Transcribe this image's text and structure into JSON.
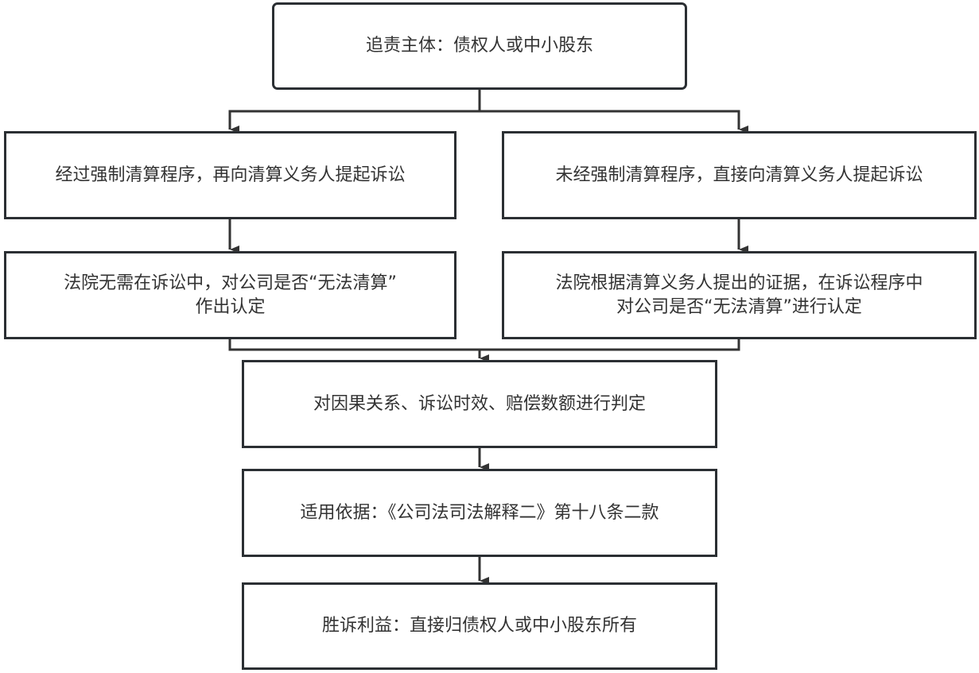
{
  "diagram": {
    "type": "flowchart",
    "line_color": "#333333",
    "nodes": [
      {
        "id": "subject",
        "text": "追责主体：债权人或中小股东"
      },
      {
        "id": "left-path",
        "text": "经过强制清算程序，再向清算义务人提起诉讼"
      },
      {
        "id": "right-path",
        "text": "未经强制清算程序，直接向清算义务人提起诉讼"
      },
      {
        "id": "left-court",
        "text": "法院无需在诉讼中，对公司是否“无法清算”\n作出认定"
      },
      {
        "id": "right-court",
        "text": "法院根据清算义务人提出的证据，在诉讼程序中\n对公司是否“无法清算”进行认定"
      },
      {
        "id": "judgement",
        "text": "对因果关系、诉讼时效、赔偿数额进行判定"
      },
      {
        "id": "basis",
        "text": "适用依据：《公司法司法解释二》第十八条二款"
      },
      {
        "id": "benefit",
        "text": "胜诉利益：直接归债权人或中小股东所有"
      }
    ],
    "edges": [
      {
        "from": "subject",
        "to": "left-path"
      },
      {
        "from": "subject",
        "to": "right-path"
      },
      {
        "from": "left-path",
        "to": "left-court"
      },
      {
        "from": "right-path",
        "to": "right-court"
      },
      {
        "from": "left-court",
        "to": "judgement"
      },
      {
        "from": "right-court",
        "to": "judgement"
      },
      {
        "from": "judgement",
        "to": "basis"
      },
      {
        "from": "basis",
        "to": "benefit"
      }
    ]
  }
}
